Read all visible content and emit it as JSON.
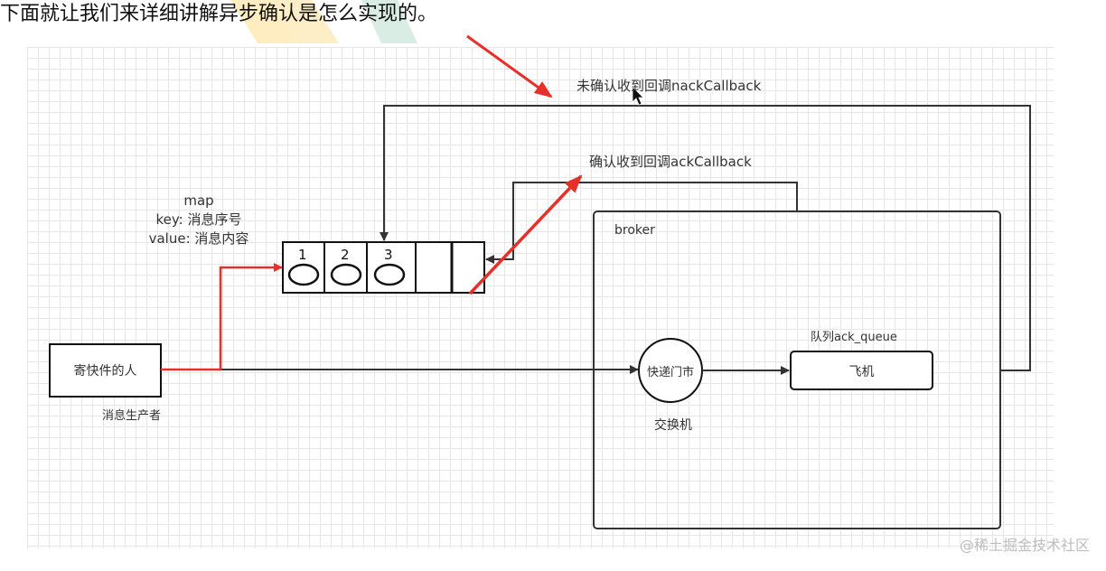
{
  "heading": "下面就让我们来详细讲解异步确认是怎么实现的。",
  "map_block": {
    "title": "map",
    "key_line": "key: 消息序号",
    "value_line": "value: 消息内容"
  },
  "queue_slots": [
    "1",
    "2",
    "3"
  ],
  "labels": {
    "nack_callback": "未确认收到回调nackCallback",
    "ack_callback": "确认收到回调ackCallback",
    "broker": "broker",
    "producer_box": "寄快件的人",
    "producer_caption": "消息生产者",
    "exchange_circle": "快递门市",
    "exchange_caption": "交换机",
    "queue_name": "队列ack_queue",
    "queue_box": "飞机"
  },
  "watermark": "@稀土掘金技术社区",
  "colors": {
    "annotation_red": "#e8302a",
    "line_dark": "#333333",
    "grid": "#e6e6e6"
  }
}
